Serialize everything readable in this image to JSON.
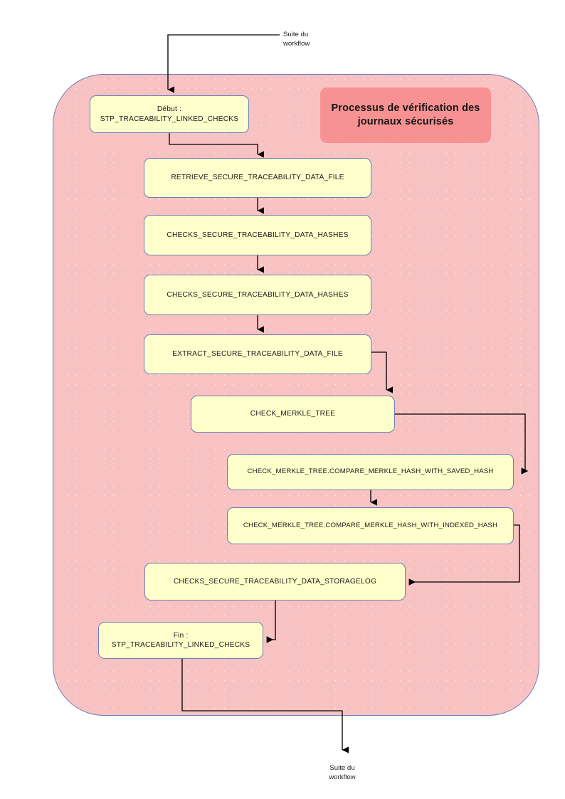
{
  "diagram": {
    "type": "flowchart",
    "title": "Processus de vérification\ndes journaux sécurisés",
    "entry_label": "Suite du\nworkflow",
    "exit_label": "Suite du\nworkflow",
    "colors": {
      "pool_fill": "#f9c2c2",
      "pool_border": "#6b7fb8",
      "title_fill": "#f89292",
      "node_fill": "#ffffcc",
      "node_border": "#6b7fb8",
      "edge_stroke": "#000000",
      "page_background": "#ffffff"
    },
    "nodes": [
      {
        "id": "start",
        "label": "Début :\nSTP_TRACEABILITY_LINKED_CHECKS"
      },
      {
        "id": "retrieve",
        "label": "RETRIEVE_SECURE_TRACEABILITY_DATA_FILE"
      },
      {
        "id": "hashes1",
        "label": "CHECKS_SECURE_TRACEABILITY_DATA_HASHES"
      },
      {
        "id": "hashes2",
        "label": "CHECKS_SECURE_TRACEABILITY_DATA_HASHES"
      },
      {
        "id": "extract",
        "label": "EXTRACT_SECURE_TRACEABILITY_DATA_FILE"
      },
      {
        "id": "merkle",
        "label": "CHECK_MERKLE_TREE"
      },
      {
        "id": "merkle_saved",
        "label": "CHECK_MERKLE_TREE.COMPARE_MERKLE_HASH_WITH_SAVED_HASH"
      },
      {
        "id": "merkle_indexed",
        "label": "CHECK_MERKLE_TREE.COMPARE_MERKLE_HASH_WITH_INDEXED_HASH"
      },
      {
        "id": "storagelog",
        "label": "CHECKS_SECURE_TRACEABILITY_DATA_STORAGELOG"
      },
      {
        "id": "end",
        "label": "Fin :\nSTP_TRACEABILITY_LINKED_CHECKS"
      }
    ],
    "edges": [
      {
        "from": "entry",
        "to": "start"
      },
      {
        "from": "start",
        "to": "retrieve"
      },
      {
        "from": "retrieve",
        "to": "hashes1"
      },
      {
        "from": "hashes1",
        "to": "hashes2"
      },
      {
        "from": "hashes2",
        "to": "extract"
      },
      {
        "from": "extract",
        "to": "merkle"
      },
      {
        "from": "merkle",
        "to": "merkle_saved"
      },
      {
        "from": "merkle_saved",
        "to": "merkle_indexed"
      },
      {
        "from": "merkle_indexed",
        "to": "storagelog"
      },
      {
        "from": "storagelog",
        "to": "end"
      },
      {
        "from": "end",
        "to": "exit"
      }
    ]
  }
}
